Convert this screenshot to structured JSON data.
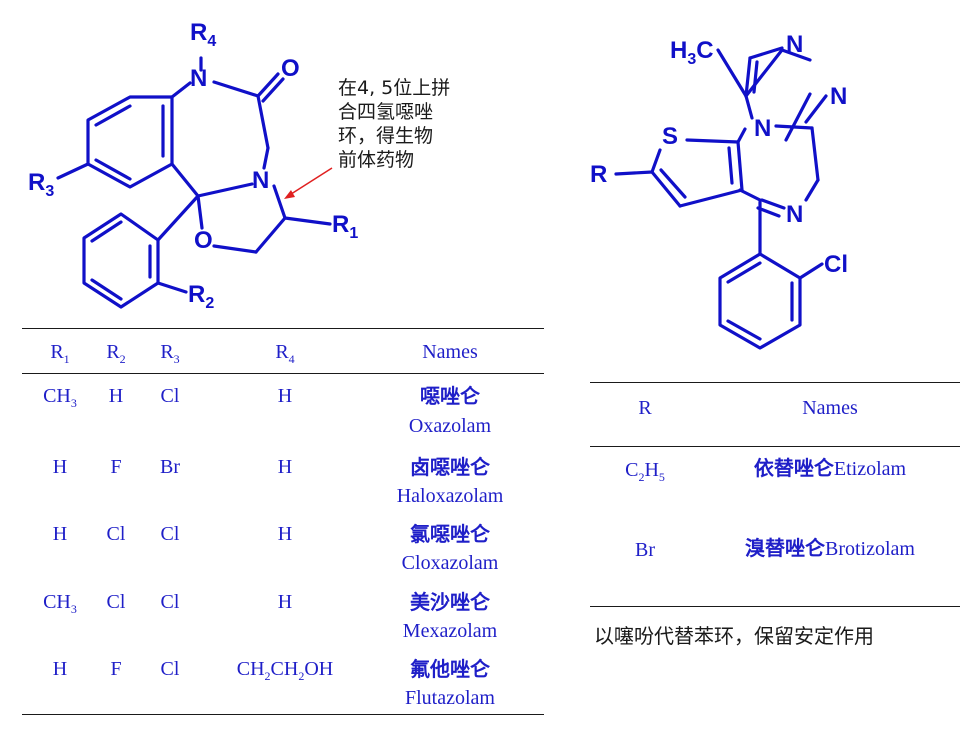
{
  "left_structure": {
    "labels": {
      "r4": "R4",
      "n_top": "N",
      "o_carbonyl": "O",
      "r3": "R3",
      "n_ring": "N",
      "r1": "R1",
      "o_ring": "O",
      "r2": "R2"
    },
    "annotation": [
      "在4, 5位上拼",
      "合四氢噁唑",
      "环，得生物",
      "前体药物"
    ]
  },
  "left_table": {
    "headers": [
      "R1",
      "R2",
      "R3",
      "R4",
      "Names"
    ],
    "rows": [
      {
        "r1": "CH3",
        "r2": "H",
        "r3": "Cl",
        "r4": "H",
        "name_cn": "噁唑仑",
        "name_en": "Oxazolam"
      },
      {
        "r1": "H",
        "r2": "F",
        "r3": "Br",
        "r4": "H",
        "name_cn": "卤噁唑仑",
        "name_en": "Haloxazolam"
      },
      {
        "r1": "H",
        "r2": "Cl",
        "r3": "Cl",
        "r4": "H",
        "name_cn": "氯噁唑仑",
        "name_en": "Cloxazolam"
      },
      {
        "r1": "CH3",
        "r2": "Cl",
        "r3": "Cl",
        "r4": "H",
        "name_cn": "美沙唑仑",
        "name_en": "Mexazolam"
      },
      {
        "r1": "H",
        "r2": "F",
        "r3": "Cl",
        "r4": "CH2CH2OH",
        "name_cn": "氟他唑仑",
        "name_en": "Flutazolam"
      }
    ]
  },
  "right_structure": {
    "labels": {
      "h3c": "H3C",
      "n1": "N",
      "n2": "N",
      "n3": "N",
      "s": "S",
      "r": "R",
      "n4": "N",
      "cl": "Cl"
    }
  },
  "right_table": {
    "headers": [
      "R",
      "Names"
    ],
    "rows": [
      {
        "r": "C2H5",
        "name_cn": "依替唑仑",
        "name_en": "Etizolam"
      },
      {
        "r": "Br",
        "name_cn": "溴替唑仑",
        "name_en": "Brotizolam"
      }
    ]
  },
  "footnote": "以噻吩代替苯环，保留安定作用",
  "colors": {
    "structure": "#1010c8",
    "table_text": "#1f1fc8",
    "arrow": "#e02020",
    "rules": "#1a1a1a"
  }
}
